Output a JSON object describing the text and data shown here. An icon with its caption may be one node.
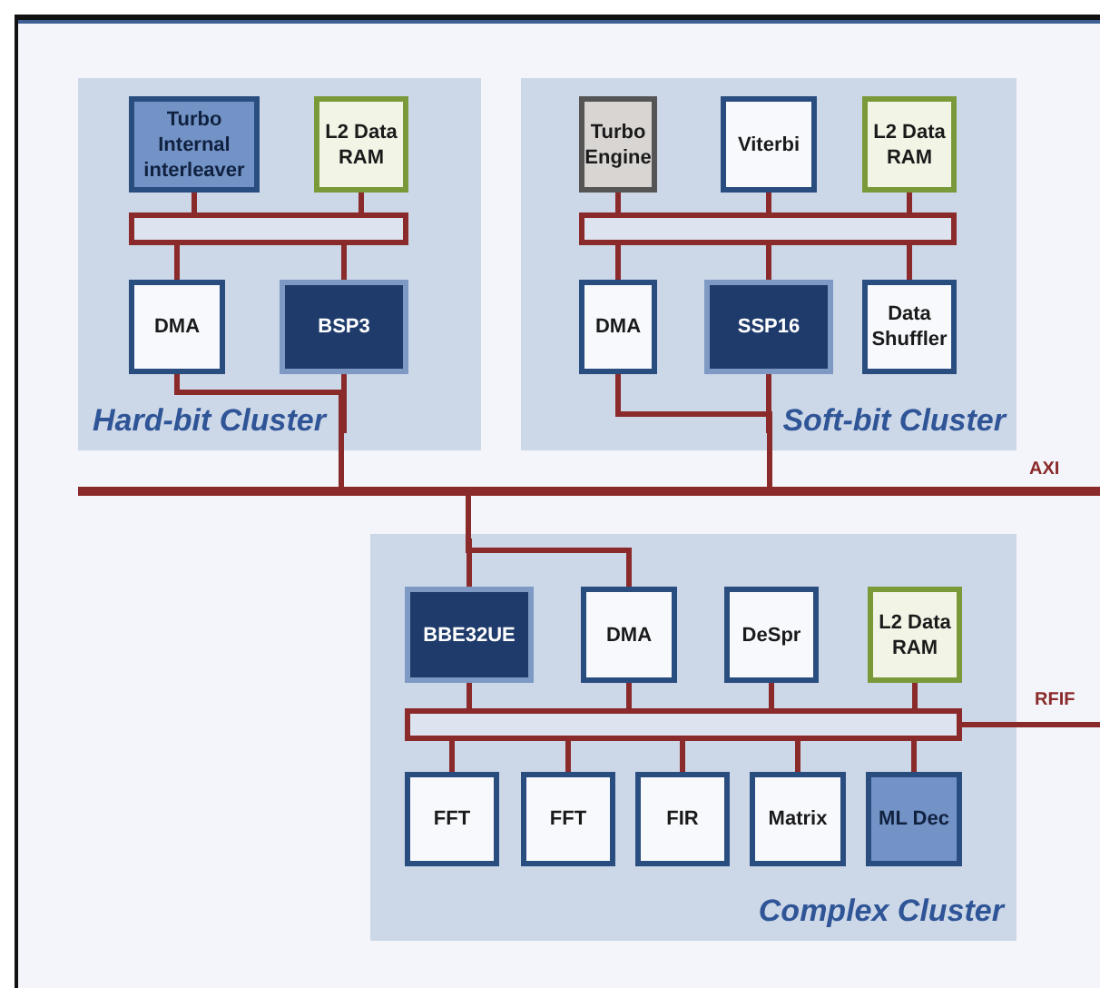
{
  "diagram": {
    "nodes": [
      {
        "text": [
          "Hard-bit Cluster"
        ]
      },
      {
        "text": [
          "Turbo Internal interleaver"
        ],
        "in": 0
      },
      {
        "text": [
          "L2 Data RAM"
        ],
        "in": 0
      },
      {
        "text": [],
        "shape": "bar",
        "in": 0
      },
      {
        "text": [
          "DMA"
        ],
        "in": 0
      },
      {
        "text": [
          "BSP3"
        ],
        "in": 0
      },
      {
        "text": [
          "Soft-bit Cluster"
        ]
      },
      {
        "text": [
          "Turbo Engine"
        ],
        "in": 6
      },
      {
        "text": [
          "Viterbi"
        ],
        "in": 6
      },
      {
        "text": [
          "L2 Data RAM"
        ],
        "in": 6
      },
      {
        "text": [],
        "shape": "bar",
        "in": 6
      },
      {
        "text": [
          "DMA"
        ],
        "in": 6
      },
      {
        "text": [
          "SSP16"
        ],
        "in": 6
      },
      {
        "text": [
          "Data Shuffler"
        ],
        "in": 6
      },
      {
        "text": [],
        "shape": "bar",
        "beside": [
          "AXI"
        ]
      },
      {
        "text": [
          "Complex Cluster"
        ]
      },
      {
        "text": [
          "BBE32UE"
        ],
        "in": 15
      },
      {
        "text": [
          "DMA"
        ],
        "in": 15
      },
      {
        "text": [
          "DeSpr"
        ],
        "in": 15
      },
      {
        "text": [
          "L2 Data RAM"
        ],
        "in": 15
      },
      {
        "text": [],
        "shape": "bar",
        "in": 15
      },
      {
        "text": [
          "FFT"
        ],
        "in": 15
      },
      {
        "text": [
          "FFT"
        ],
        "in": 15
      },
      {
        "text": [
          "FIR"
        ],
        "in": 15
      },
      {
        "text": [
          "Matrix"
        ],
        "in": 15
      },
      {
        "text": [
          "ML Dec"
        ],
        "in": 15
      }
    ],
    "edges": [
      {
        "from": 1,
        "to": 3,
        "arrow": "none"
      },
      {
        "from": 2,
        "to": 3,
        "arrow": "none"
      },
      {
        "from": 3,
        "to": 4,
        "arrow": "none"
      },
      {
        "from": 3,
        "to": 5,
        "arrow": "none"
      },
      {
        "from": 4,
        "to": 14,
        "arrow": "none"
      },
      {
        "from": 5,
        "to": 14,
        "arrow": "none"
      },
      {
        "from": 7,
        "to": 10,
        "arrow": "none"
      },
      {
        "from": 8,
        "to": 10,
        "arrow": "none"
      },
      {
        "from": 9,
        "to": 10,
        "arrow": "none"
      },
      {
        "from": 10,
        "to": 11,
        "arrow": "none"
      },
      {
        "from": 10,
        "to": 12,
        "arrow": "none"
      },
      {
        "from": 10,
        "to": 13,
        "arrow": "none"
      },
      {
        "from": 11,
        "to": 14,
        "arrow": "none"
      },
      {
        "from": 12,
        "to": 14,
        "arrow": "none"
      },
      {
        "from": 14,
        "to": 16,
        "arrow": "none"
      },
      {
        "from": 14,
        "to": 17,
        "arrow": "none"
      },
      {
        "from": 16,
        "to": 20,
        "arrow": "none"
      },
      {
        "from": 17,
        "to": 20,
        "arrow": "none"
      },
      {
        "from": 18,
        "to": 20,
        "arrow": "none"
      },
      {
        "from": 19,
        "to": 20,
        "arrow": "none"
      },
      {
        "from": 20,
        "to": 21,
        "arrow": "none"
      },
      {
        "from": 20,
        "to": 22,
        "arrow": "none"
      },
      {
        "from": 20,
        "to": 23,
        "arrow": "none"
      },
      {
        "from": 20,
        "to": 24,
        "arrow": "none"
      },
      {
        "from": 20,
        "to": 25,
        "arrow": "none"
      },
      {
        "from": 20,
        "to": null,
        "arrow": "none",
        "label": "RFIF"
      }
    ]
  }
}
